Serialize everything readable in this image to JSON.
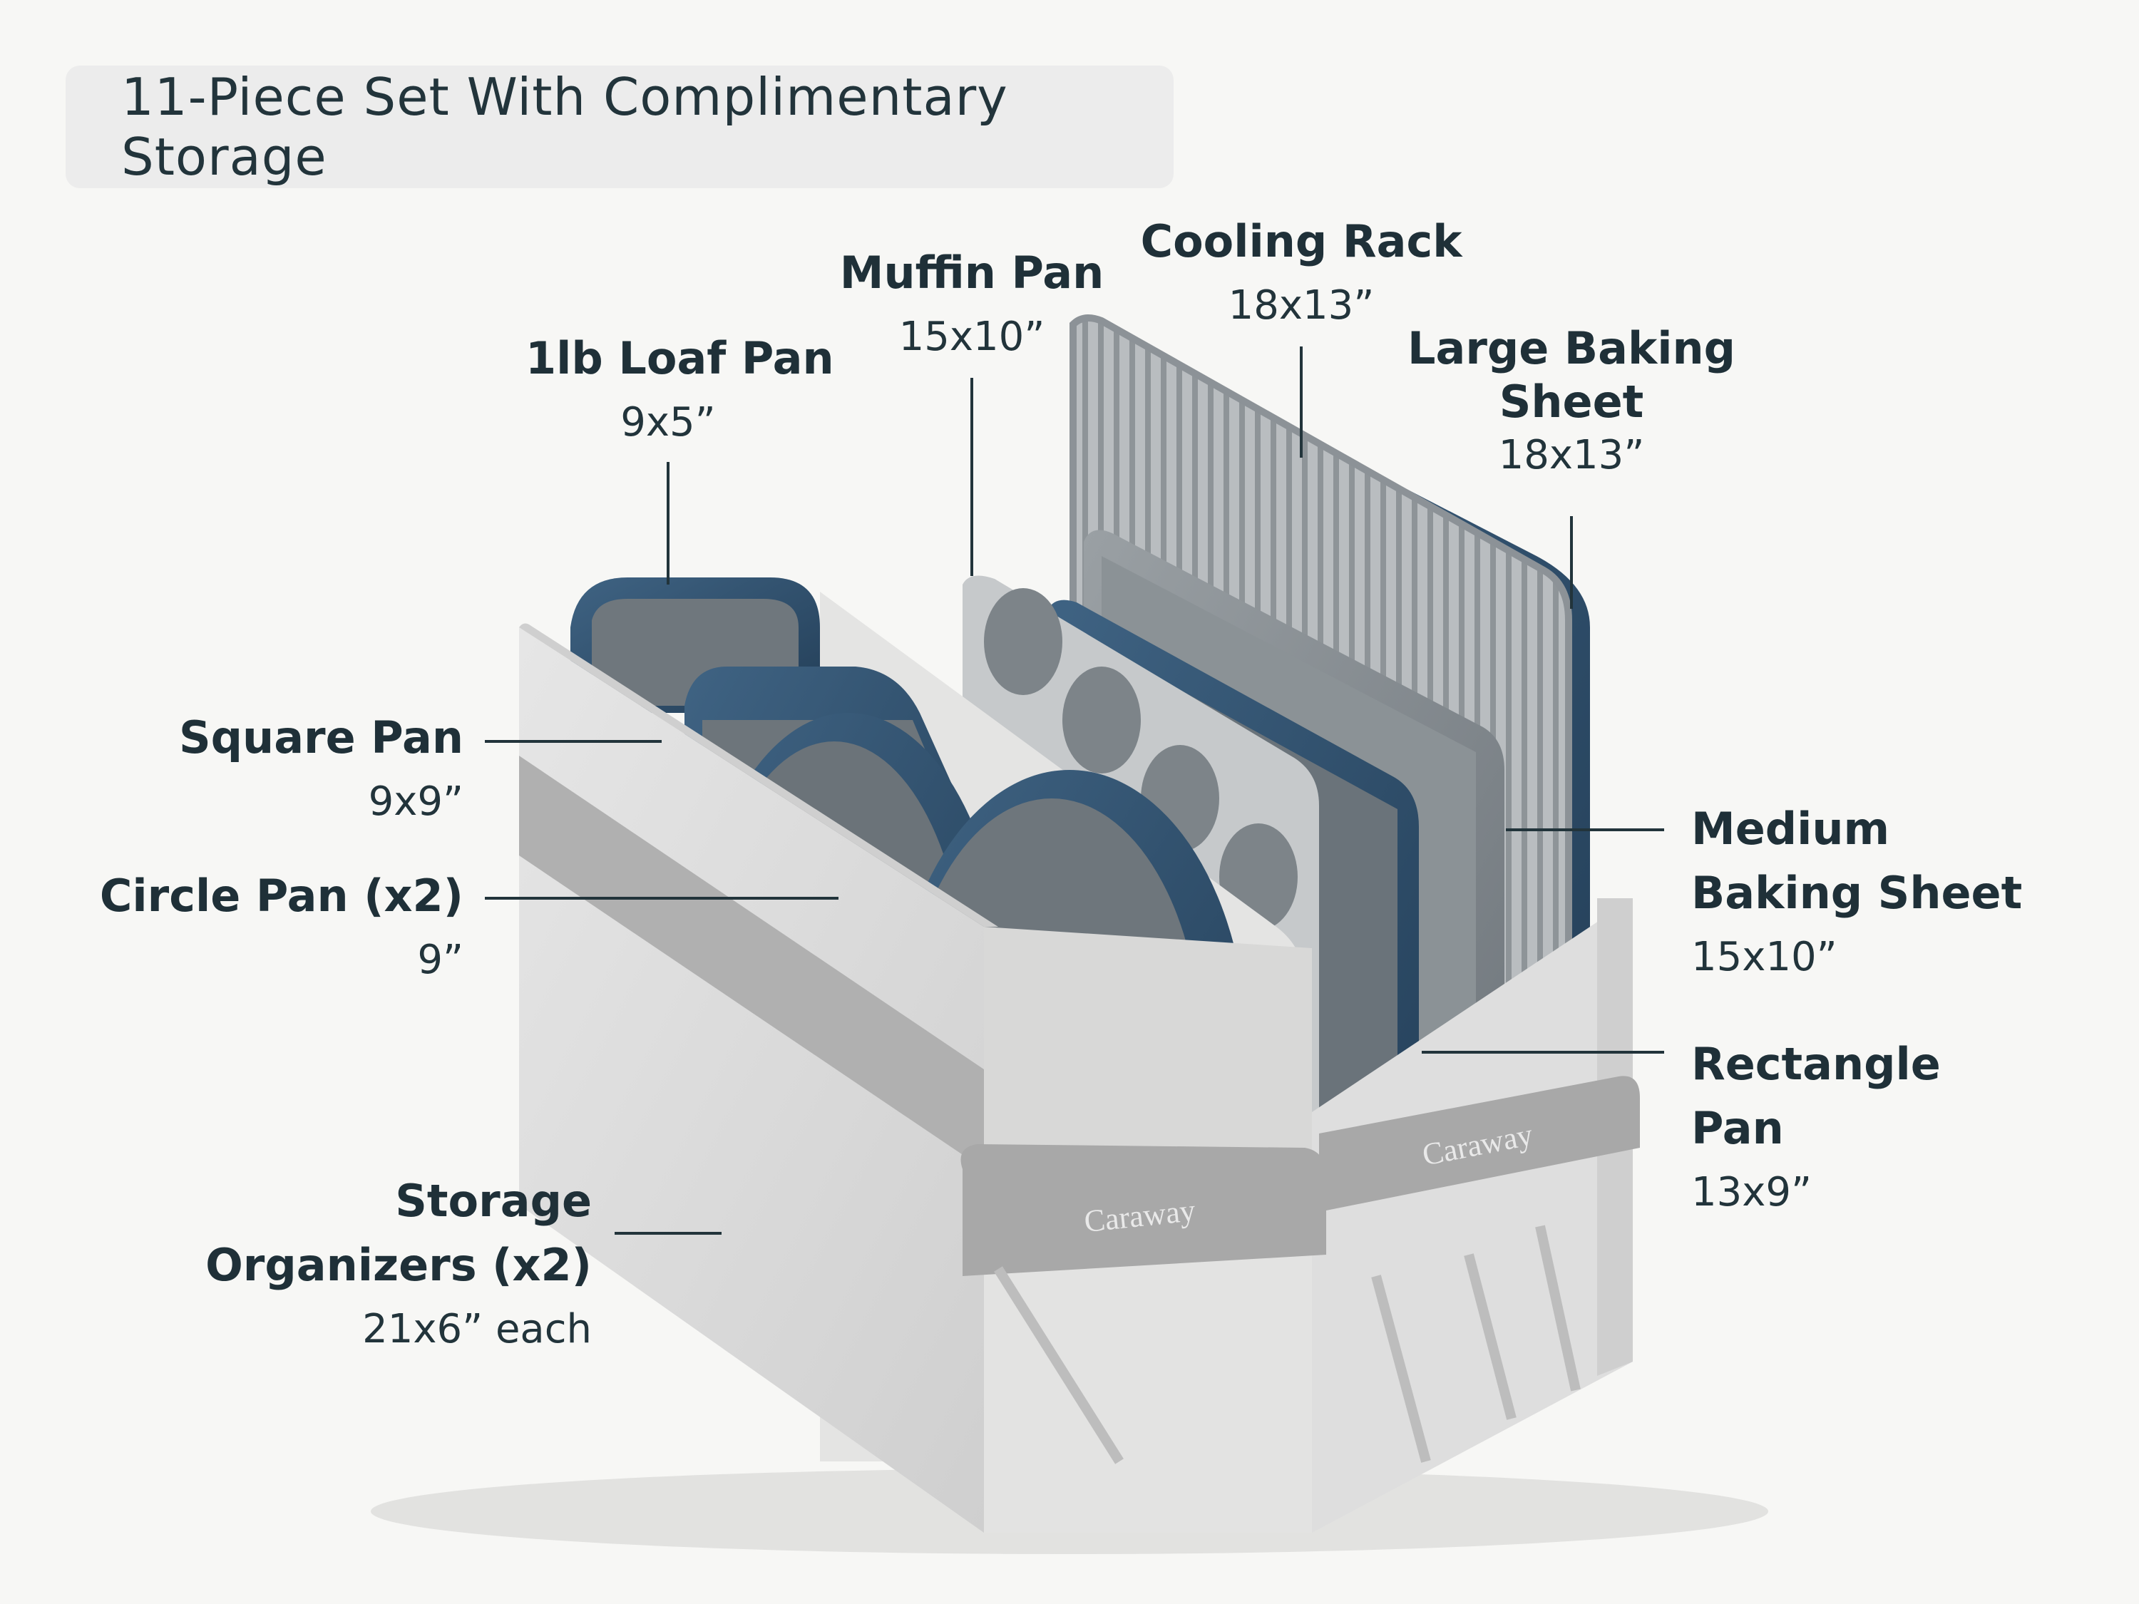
{
  "title": "11-Piece Set With Complimentary Storage",
  "brand": "Caraway",
  "colors": {
    "navy": "#2f4f6b",
    "navy_dark": "#223c55",
    "gray_interior": "#7e858a",
    "organizer": "#dcdcdc",
    "band": "#a9a9a9",
    "label_text": "#1f3038"
  },
  "labels": {
    "loaf": {
      "name": "1lb Loaf Pan",
      "dim": "9x5”"
    },
    "muffin": {
      "name": "Muffin Pan",
      "dim": "15x10”"
    },
    "cooling": {
      "name": "Cooling Rack",
      "dim": "18x13”"
    },
    "large": {
      "name_line1": "Large Baking",
      "name_line2": "Sheet",
      "dim": "18x13”"
    },
    "square": {
      "name": "Square Pan",
      "dim": "9x9”"
    },
    "circle": {
      "name": "Circle Pan (x2)",
      "dim": "9”"
    },
    "medium": {
      "name_line1": "Medium",
      "name_line2": "Baking Sheet",
      "dim": "15x10”"
    },
    "rectangle": {
      "name_line1": "Rectangle",
      "name_line2": "Pan",
      "dim": "13x9”"
    },
    "storage": {
      "name_line1": "Storage",
      "name_line2": "Organizers (x2)",
      "dim": "21x6” each"
    }
  }
}
